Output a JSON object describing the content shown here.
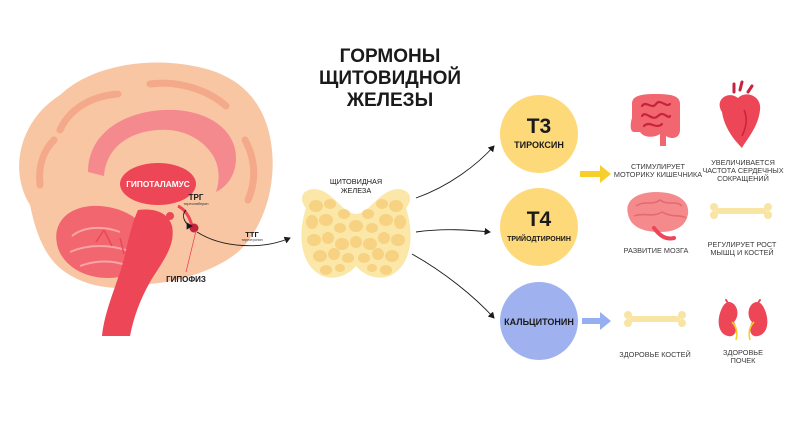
{
  "title": {
    "line1": "ГОРМОНЫ",
    "line2": "ЩИТОВИДНОЙ",
    "line3": "ЖЕЛЕЗЫ"
  },
  "brain": {
    "hypothalamus": "ГИПОТАЛАМУС",
    "pituitary": "ГИПОФИЗ",
    "trh": "ТРГ",
    "trh_small": "тиреолиберин",
    "tsh": "ТТГ",
    "tsh_small": "тиреотропин"
  },
  "thyroid": {
    "line1": "ЩИТОВИДНАЯ",
    "line2": "ЖЕЛЕЗА"
  },
  "hormones": [
    {
      "code": "Т3",
      "name": "ТИРОКСИН"
    },
    {
      "code": "Т4",
      "name": "ТРИЙОДТИРОНИН"
    },
    {
      "code": "",
      "name": "КАЛЬЦИТОНИН"
    }
  ],
  "effects": {
    "intestine": {
      "line1": "СТИМУЛИРУЕТ",
      "line2": "МОТОРИКУ КИШЕЧНИКА"
    },
    "heart": {
      "line1": "УВЕЛИЧИВАЕТСЯ",
      "line2": "ЧАСТОТА СЕРДЕЧНЫХ",
      "line3": "СОКРАЩЕНИЙ"
    },
    "brain": {
      "line1": "РАЗВИТИЕ МОЗГА"
    },
    "growth": {
      "line1": "РЕГУЛИРУЕТ РОСТ",
      "line2": "МЫШЦ И КОСТЕЙ"
    },
    "bones": {
      "line1": "ЗДОРОВЬЕ КОСТЕЙ"
    },
    "kidneys": {
      "line1": "ЗДОРОВЬЕ",
      "line2": "ПОЧЕК"
    }
  },
  "colors": {
    "brain_outer": "#f9c6a4",
    "brain_fold": "#f4a98a",
    "brain_inner": "#f26670",
    "red": "#ec4657",
    "yellow_circle": "#fdd97a",
    "blue_circle": "#9fb2ef",
    "yellow_arrow": "#f8cf2a",
    "blue_arrow": "#96aef2",
    "thyroid_fill": "#fbe7a8",
    "thyroid_lobe": "#f6d282",
    "bone": "#f8e5a3"
  }
}
